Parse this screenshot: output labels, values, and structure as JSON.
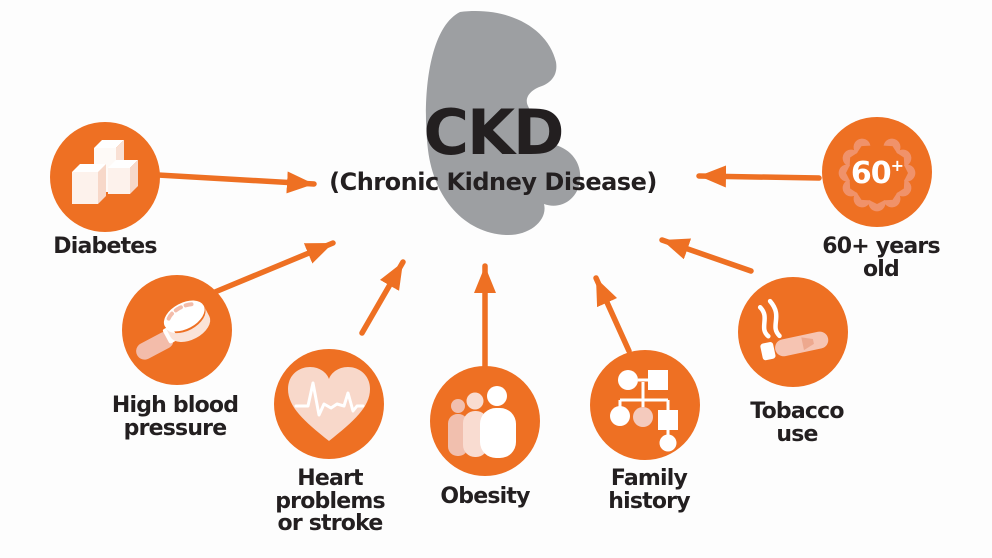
{
  "center": {
    "acronym": "CKD",
    "full_name": "(Chronic Kidney Disease)"
  },
  "risk_factors": [
    {
      "name": "diabetes",
      "icon": "sugar-cubes-icon",
      "lines": [
        "Diabetes"
      ]
    },
    {
      "name": "high-blood-pressure",
      "icon": "blood-pressure-gauge-icon",
      "lines": [
        "High blood",
        "pressure"
      ]
    },
    {
      "name": "heart-problems-or-stroke",
      "icon": "heart-ekg-icon",
      "lines": [
        "Heart",
        "problems",
        "or stroke"
      ]
    },
    {
      "name": "obesity",
      "icon": "person-silhouettes-icon",
      "lines": [
        "Obesity"
      ]
    },
    {
      "name": "family-history",
      "icon": "family-tree-icon",
      "lines": [
        "Family",
        "history"
      ]
    },
    {
      "name": "tobacco-use",
      "icon": "cigarette-smoke-icon",
      "lines": [
        "Tobacco",
        "use"
      ]
    },
    {
      "name": "60-plus-years-old",
      "icon": "laurel-wreath-icon",
      "lines": [
        "60+ years",
        "old"
      ],
      "badge": "60",
      "badge_superscript": "+"
    }
  ],
  "colors": {
    "accent_orange": "#ee7023",
    "wreath_leaf": "#f0926a",
    "light_pink": "#f8d8ca",
    "kidney_gray": "#9d9fa2",
    "text_dark": "#231f20",
    "white": "#ffffff"
  }
}
